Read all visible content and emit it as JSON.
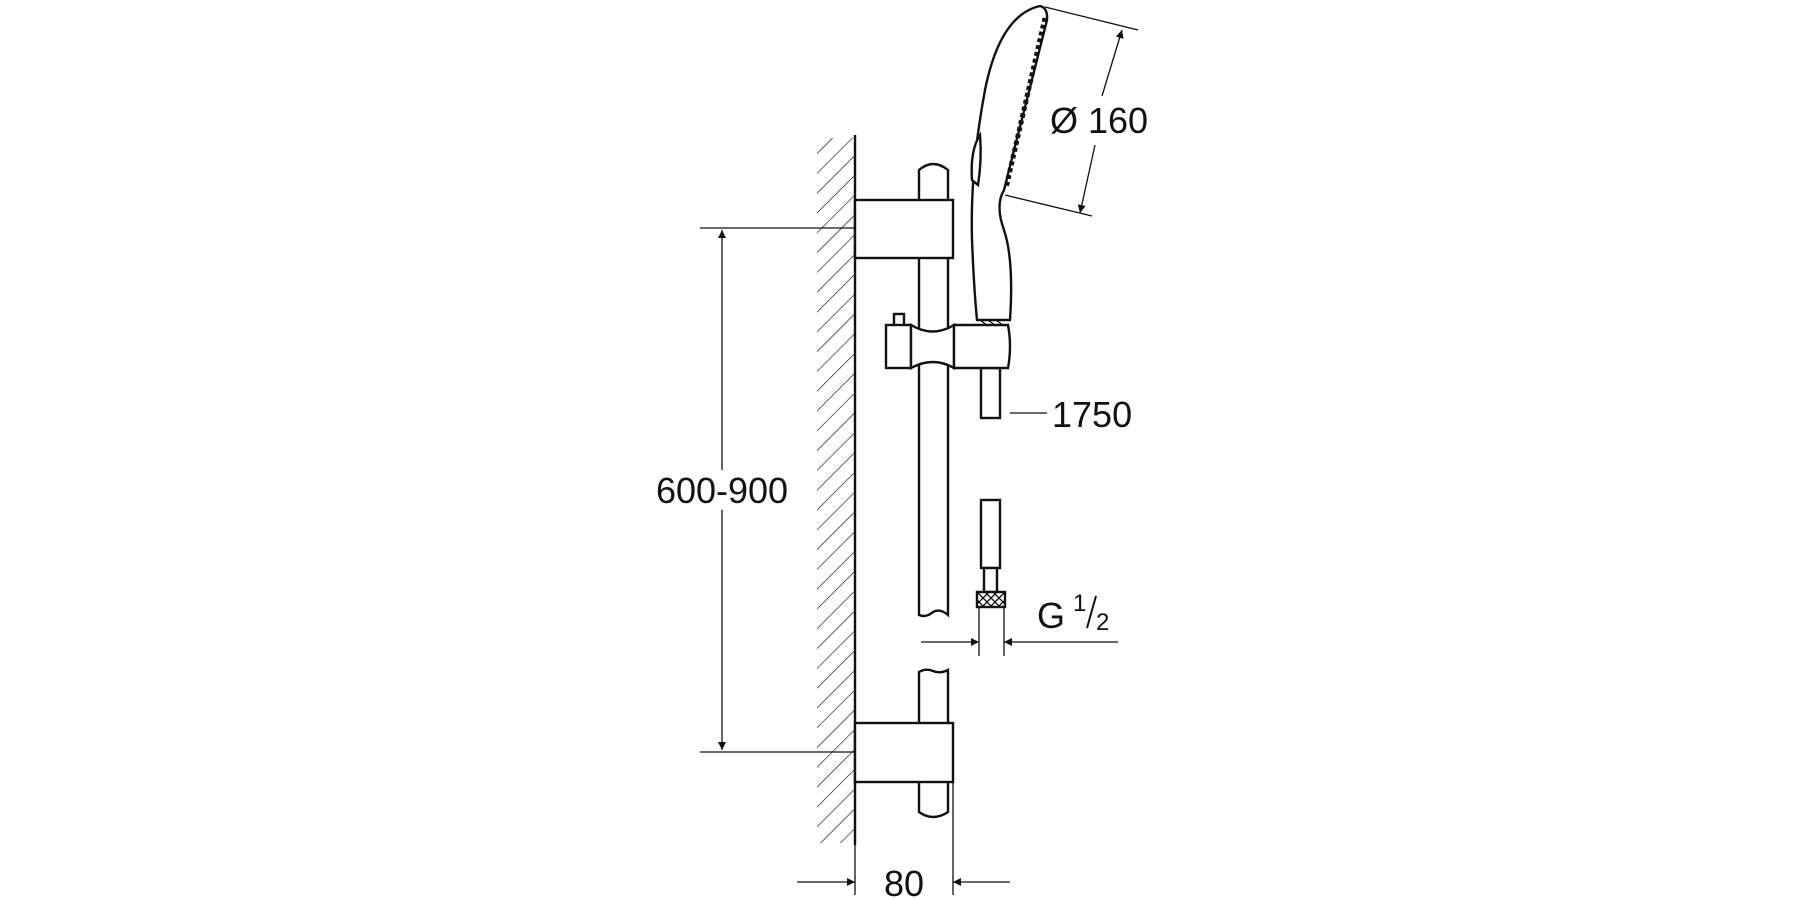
{
  "drawing": {
    "title": "Shower rail set dimension drawing",
    "labels": {
      "head_diameter": "Ø 160",
      "hose_length": "1750",
      "rail_range": "600-900",
      "thread_prefix": "G",
      "thread_num": "1",
      "thread_den": "2",
      "wall_offset": "80"
    }
  }
}
